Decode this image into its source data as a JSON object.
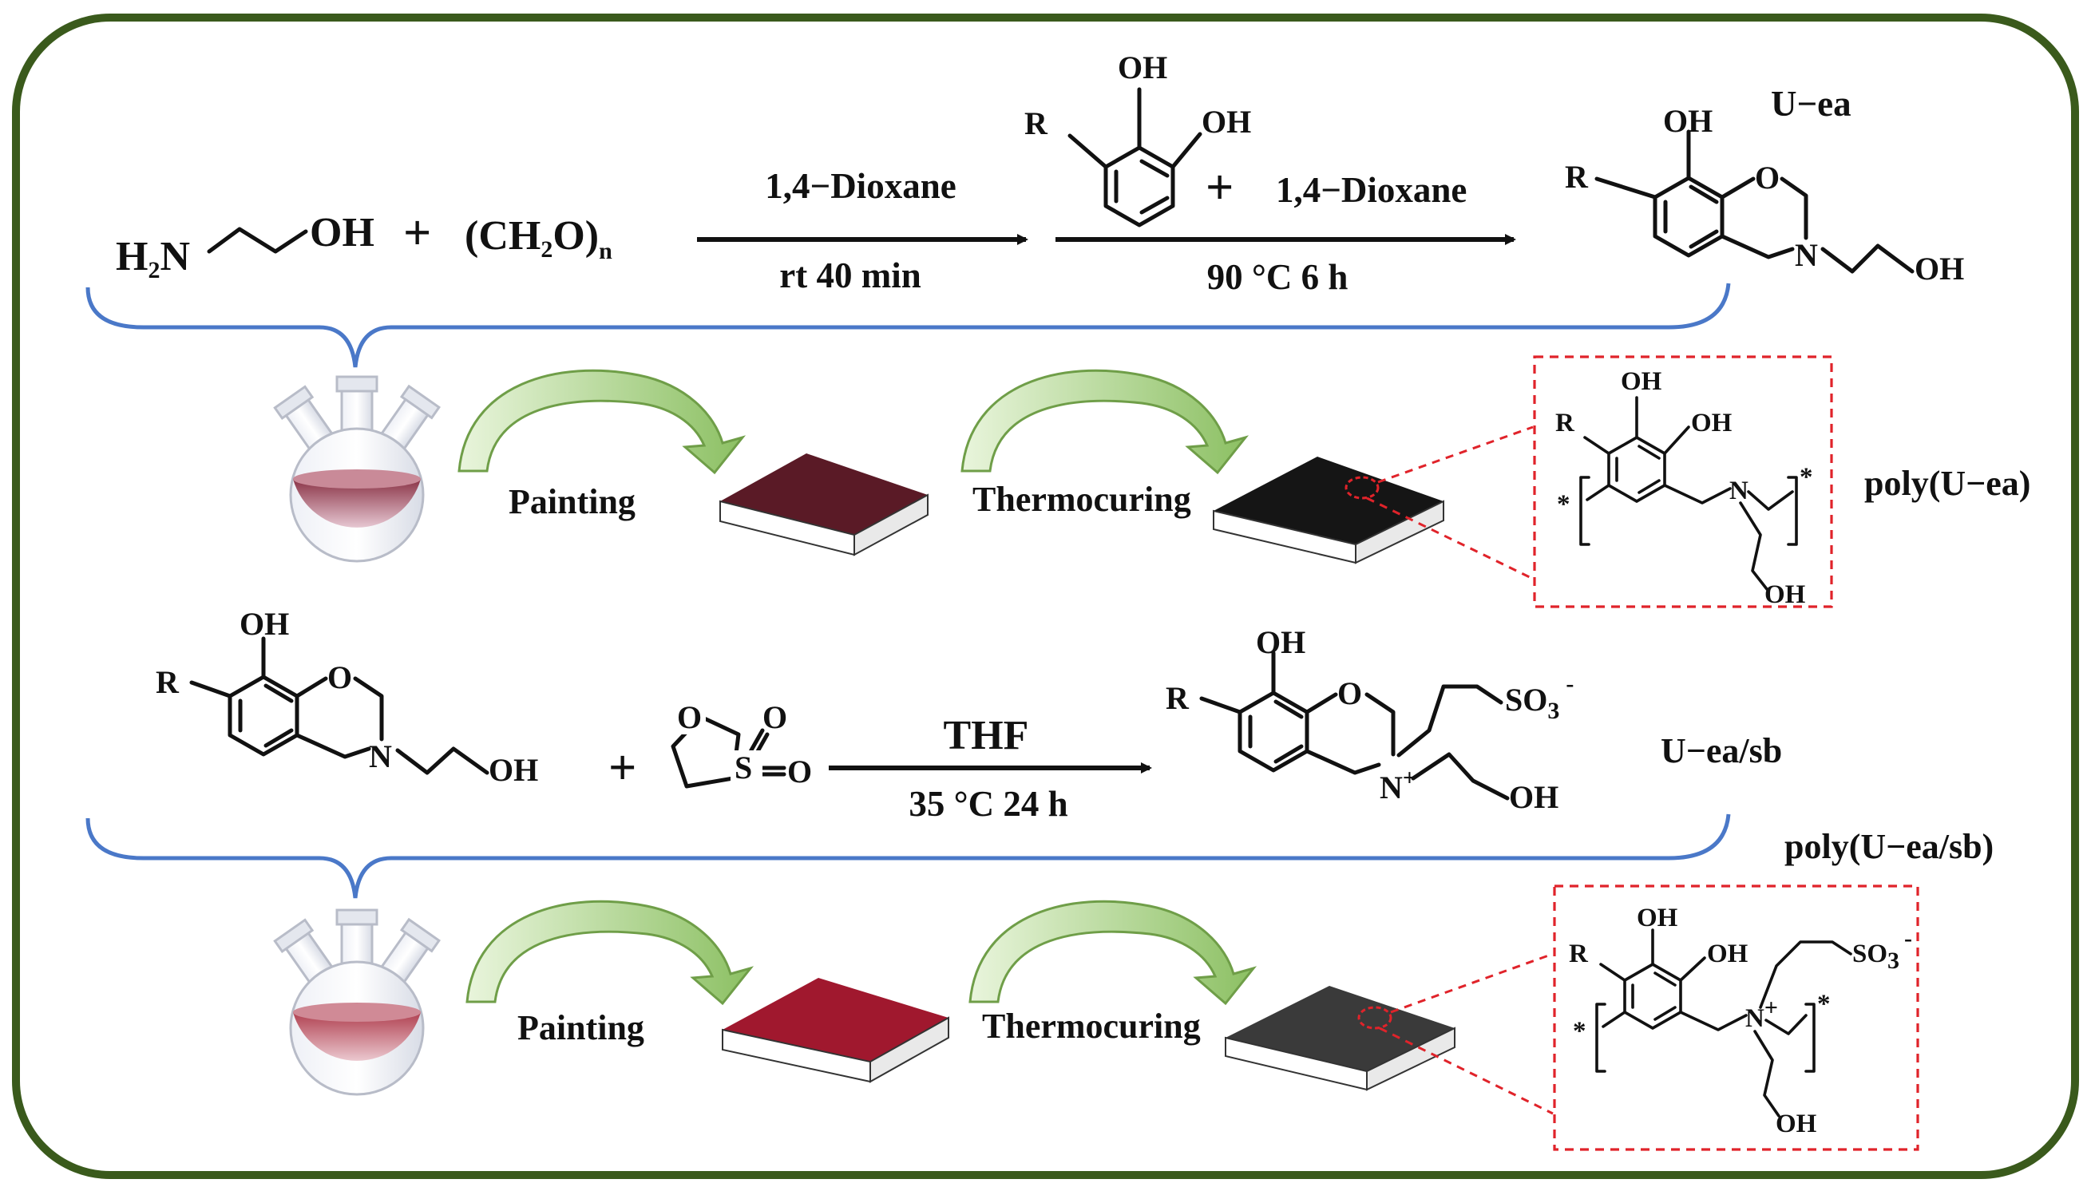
{
  "row1": {
    "reactant1": {
      "pre": "H",
      "sub": "2",
      "post": "N",
      "tail": "OH"
    },
    "plus": "+",
    "reactant2": {
      "main": "(CH",
      "sub": "2",
      "mid": "O)",
      "n": "n"
    },
    "arrow1": {
      "top": "1,4−Dioxane",
      "bottom": "rt  40 min"
    },
    "arrow2": {
      "top_plus": "+",
      "top": "1,4−Dioxane",
      "bottom": "90 °C    6 h"
    },
    "catechol": {
      "r": "R",
      "oh1": "OH",
      "oh2": "OH"
    },
    "product": {
      "name": "U−ea",
      "oh": "OH",
      "r": "R",
      "o": "O",
      "n": "N",
      "tail": "OH"
    }
  },
  "row2": {
    "step1": "Painting",
    "step2": "Thermocuring",
    "polymer": {
      "name": "poly(U−ea)",
      "oh1": "OH",
      "oh2": "OH",
      "r": "R",
      "n": "N",
      "oh3": "OH",
      "star": "*"
    }
  },
  "row3": {
    "reactant": {
      "oh": "OH",
      "r": "R",
      "o": "O",
      "n": "N",
      "tail": "OH"
    },
    "plus": "+",
    "sultone": {
      "o": "O",
      "s": "S",
      "o2": "O",
      "o3": "O"
    },
    "arrow": {
      "top": "THF",
      "bottom": "35 °C 24 h"
    },
    "product": {
      "name": "U−ea/sb",
      "oh": "OH",
      "r": "R",
      "o": "O",
      "n": "N",
      "plus": "+",
      "so3": "SO",
      "so3_sub": "3",
      "minus": "-",
      "tail": "OH"
    }
  },
  "row4": {
    "polymer_name": "poly(U−ea/sb)",
    "step1": "Painting",
    "step2": "Thermocuring",
    "polymer": {
      "oh1": "OH",
      "oh2": "OH",
      "r": "R",
      "n": "N",
      "plus": "+",
      "so3": "SO",
      "so3_sub": "3",
      "minus": "-",
      "oh3": "OH",
      "star": "*"
    }
  },
  "colors": {
    "frame": "#3a5a1c",
    "brace": "#4a78c8",
    "dash": "#e0232a",
    "curve_arrow": "#8cc063",
    "flask_liquid_1": "#a04a5a",
    "flask_liquid_2": "#b85a62",
    "coating_1": "#5a1a26",
    "coating_2": "#a0182e",
    "cured_1": "#151515",
    "cured_2": "#3a3a3a"
  }
}
